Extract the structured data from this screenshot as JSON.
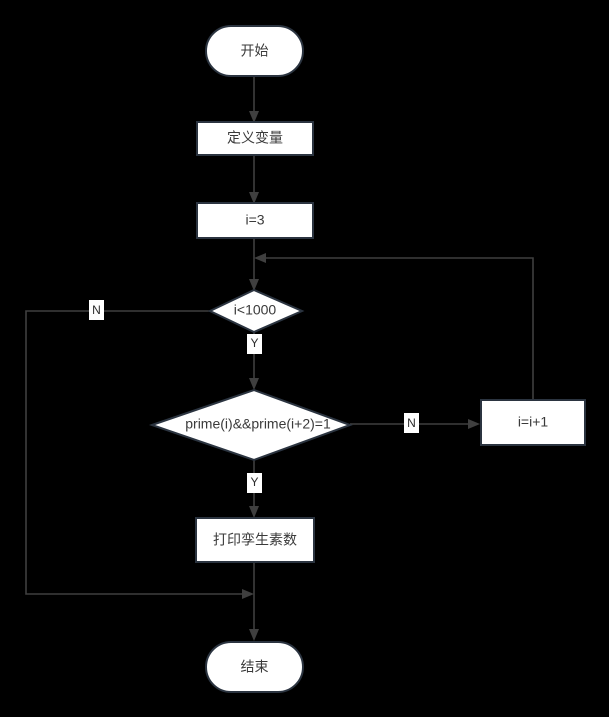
{
  "diagram": {
    "type": "flowchart",
    "title": "",
    "background_color": "#000000",
    "node_fill_color": "#ffffff",
    "node_stroke_color": "#2b3440",
    "edge_color": "#3f3f3f",
    "text_color": "#3a3a3a",
    "nodes": [
      {
        "id": "start",
        "shape": "stadium",
        "label": "开始"
      },
      {
        "id": "define",
        "shape": "rectangle",
        "label": "定义变量"
      },
      {
        "id": "init",
        "shape": "rectangle",
        "label": "i=3"
      },
      {
        "id": "cond1",
        "shape": "diamond",
        "label": "i<1000"
      },
      {
        "id": "cond2",
        "shape": "diamond",
        "label": "prime(i)&&prime(i+2)=1"
      },
      {
        "id": "incr",
        "shape": "rectangle",
        "label": "i=i+1"
      },
      {
        "id": "print",
        "shape": "rectangle",
        "label": "打印孪生素数"
      },
      {
        "id": "end",
        "shape": "stadium",
        "label": "结束"
      }
    ],
    "edges": [
      {
        "id": "e-start-define",
        "from": "start",
        "to": "define",
        "label": ""
      },
      {
        "id": "e-define-init",
        "from": "define",
        "to": "init",
        "label": ""
      },
      {
        "id": "e-init-cond1",
        "from": "init",
        "to": "cond1",
        "label": ""
      },
      {
        "id": "e-cond1-no",
        "from": "cond1",
        "to": "end",
        "label": "N"
      },
      {
        "id": "e-cond1-yes",
        "from": "cond1",
        "to": "cond2",
        "label": "Y"
      },
      {
        "id": "e-cond2-no",
        "from": "cond2",
        "to": "incr",
        "label": "N"
      },
      {
        "id": "e-cond2-yes",
        "from": "cond2",
        "to": "print",
        "label": "Y"
      },
      {
        "id": "e-incr-cond1",
        "from": "incr",
        "to": "cond1",
        "label": ""
      },
      {
        "id": "e-print-end",
        "from": "print",
        "to": "end",
        "label": ""
      }
    ]
  }
}
